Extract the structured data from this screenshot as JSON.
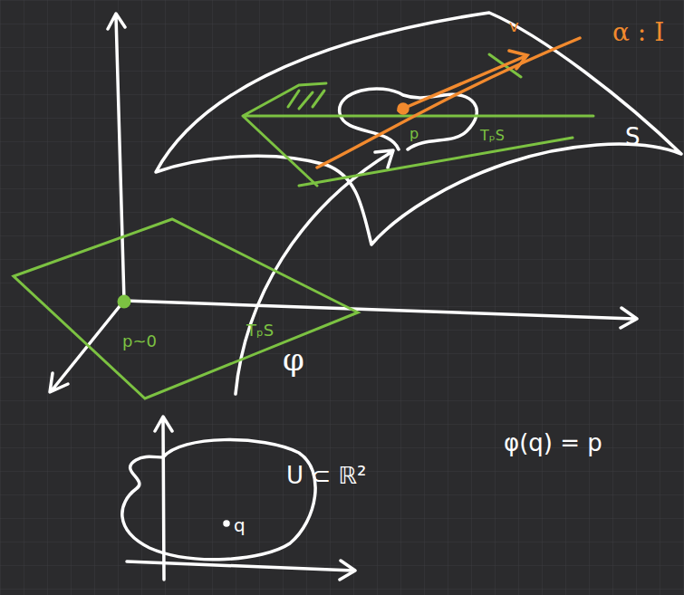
{
  "diagram": {
    "labels": [
      "α : I",
      "v",
      "S",
      "TₚS",
      "p",
      "p~0",
      "TₚS",
      "φ",
      "U ⊂ ℝ²",
      "φ(q) = p",
      "q"
    ]
  }
}
